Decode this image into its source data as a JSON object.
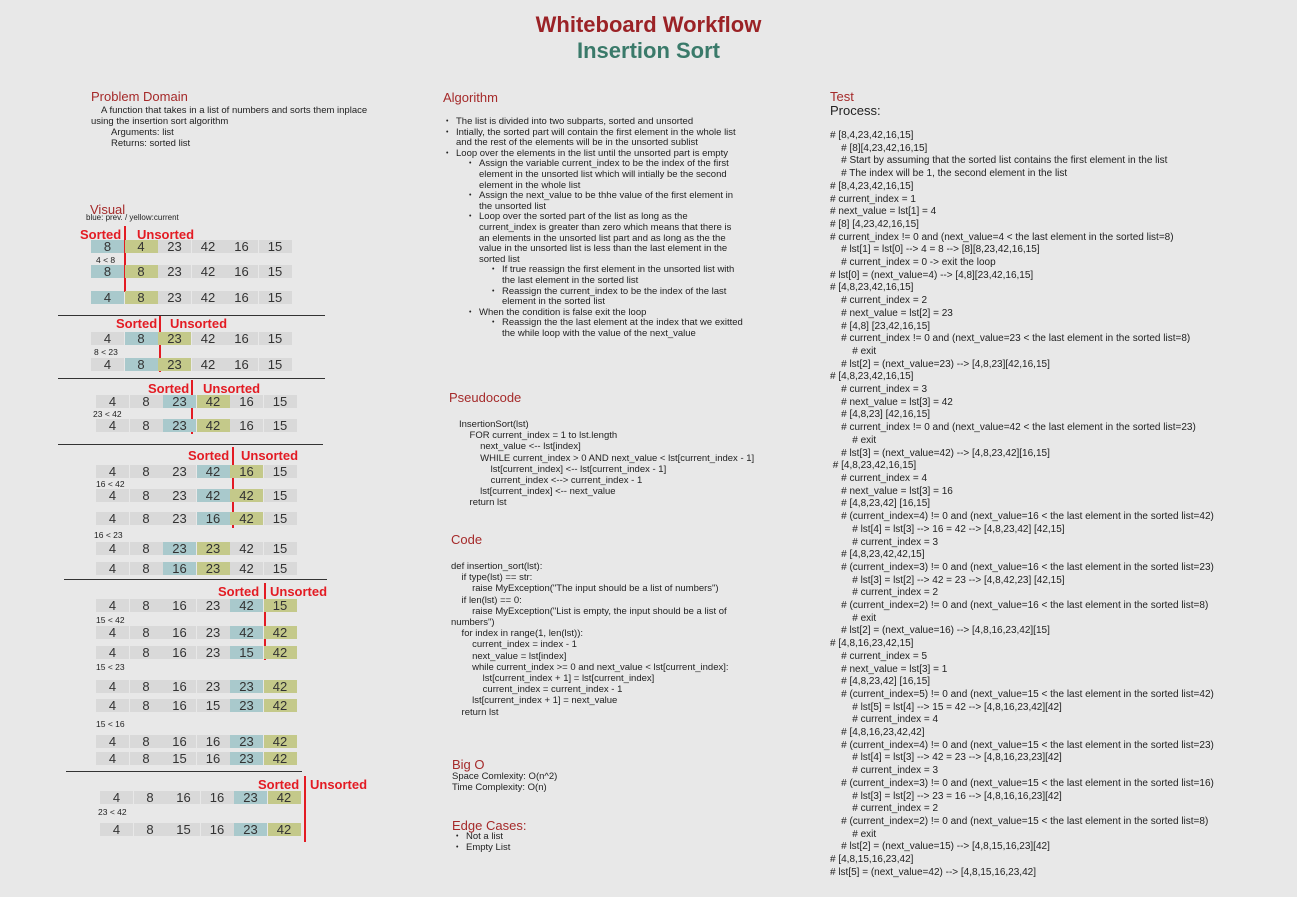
{
  "header": {
    "title": "Whiteboard Workflow",
    "subtitle": "Insertion Sort"
  },
  "problem_domain": {
    "heading": "Problem Domain",
    "line1": "A function that takes in a list of numbers and sorts them inplace",
    "line2": "using the insertion sort algorithm",
    "args": "Arguments: list",
    "returns": "Returns: sorted list"
  },
  "visual": {
    "heading": "Visual",
    "legend": "blue: prev. / yellow:current",
    "sorted_label": "Sorted",
    "unsorted_label": "Unsorted",
    "rows": [
      {
        "values": [
          "8",
          "4",
          "23",
          "42",
          "16",
          "15"
        ],
        "colors": [
          "b",
          "y",
          "",
          "",
          "",
          ""
        ]
      },
      {
        "values": [
          "8",
          "8",
          "23",
          "42",
          "16",
          "15"
        ],
        "colors": [
          "b",
          "y",
          "",
          "",
          "",
          ""
        ]
      },
      {
        "values": [
          "4",
          "8",
          "23",
          "42",
          "16",
          "15"
        ],
        "colors": [
          "b",
          "y",
          "",
          "",
          "",
          ""
        ]
      },
      {
        "values": [
          "4",
          "8",
          "23",
          "42",
          "16",
          "15"
        ],
        "colors": [
          "",
          "b",
          "y",
          "",
          "",
          ""
        ]
      },
      {
        "values": [
          "4",
          "8",
          "23",
          "42",
          "16",
          "15"
        ],
        "colors": [
          "",
          "b",
          "y",
          "",
          "",
          ""
        ]
      },
      {
        "values": [
          "4",
          "8",
          "23",
          "42",
          "16",
          "15"
        ],
        "colors": [
          "",
          "",
          "b",
          "y",
          "",
          ""
        ]
      },
      {
        "values": [
          "4",
          "8",
          "23",
          "42",
          "16",
          "15"
        ],
        "colors": [
          "",
          "",
          "b",
          "y",
          "",
          ""
        ]
      },
      {
        "values": [
          "4",
          "8",
          "23",
          "42",
          "16",
          "15"
        ],
        "colors": [
          "",
          "",
          "",
          "b",
          "y",
          ""
        ]
      },
      {
        "values": [
          "4",
          "8",
          "23",
          "42",
          "42",
          "15"
        ],
        "colors": [
          "",
          "",
          "",
          "b",
          "y",
          ""
        ]
      },
      {
        "values": [
          "4",
          "8",
          "23",
          "16",
          "42",
          "15"
        ],
        "colors": [
          "",
          "",
          "",
          "b",
          "y",
          ""
        ]
      },
      {
        "values": [
          "4",
          "8",
          "23",
          "23",
          "42",
          "15"
        ],
        "colors": [
          "",
          "",
          "b",
          "y",
          "",
          ""
        ]
      },
      {
        "values": [
          "4",
          "8",
          "16",
          "23",
          "42",
          "15"
        ],
        "colors": [
          "",
          "",
          "b",
          "y",
          "",
          ""
        ]
      },
      {
        "values": [
          "4",
          "8",
          "16",
          "23",
          "42",
          "15"
        ],
        "colors": [
          "",
          "",
          "",
          "",
          "b",
          "y"
        ]
      },
      {
        "values": [
          "4",
          "8",
          "16",
          "23",
          "42",
          "42"
        ],
        "colors": [
          "",
          "",
          "",
          "",
          "b",
          "y"
        ]
      },
      {
        "values": [
          "4",
          "8",
          "16",
          "23",
          "15",
          "42"
        ],
        "colors": [
          "",
          "",
          "",
          "",
          "b",
          "y"
        ]
      },
      {
        "values": [
          "4",
          "8",
          "16",
          "23",
          "23",
          "42"
        ],
        "colors": [
          "",
          "",
          "",
          "",
          "b",
          "y"
        ]
      },
      {
        "values": [
          "4",
          "8",
          "16",
          "15",
          "23",
          "42"
        ],
        "colors": [
          "",
          "",
          "",
          "",
          "b",
          "y"
        ]
      },
      {
        "values": [
          "4",
          "8",
          "16",
          "16",
          "23",
          "42"
        ],
        "colors": [
          "",
          "",
          "",
          "",
          "b",
          "y"
        ]
      },
      {
        "values": [
          "4",
          "8",
          "15",
          "16",
          "23",
          "42"
        ],
        "colors": [
          "",
          "",
          "",
          "",
          "b",
          "y"
        ]
      },
      {
        "values": [
          "4",
          "8",
          "16",
          "16",
          "23",
          "42"
        ],
        "colors": [
          "",
          "",
          "",
          "",
          "b",
          "y"
        ]
      },
      {
        "values": [
          "4",
          "8",
          "15",
          "16",
          "23",
          "42"
        ],
        "colors": [
          "",
          "",
          "",
          "",
          "b",
          "y"
        ]
      }
    ],
    "comparisons": [
      "4 < 8",
      "8 < 23",
      "23 < 42",
      "16 < 42",
      "16 < 23",
      "15 < 42",
      "15 < 23",
      "15 < 16",
      "23 < 42"
    ]
  },
  "algorithm": {
    "heading": "Algorithm",
    "items": [
      "The list is divided into two subparts, sorted and unsorted",
      "Intially, the sorted part will contain the first element in the whole list and the rest of the elements will be in the unsorted sublist",
      "Loop over the elements in the list until the unsorted part is empty"
    ],
    "sub_items": [
      "Assign the variable current_index to be the index of the first element in the unsorted list which will intially be the second element in the whole list",
      "Assign the next_value to be thhe value of the first element in the unsorted list",
      "Loop over the sorted part of the list as long as the current_index is greater than zero which means that there is an elements in the unsorted list part and as long as the the value in the unsorted list is less than the last element in the sorted list",
      "When the condition is false exit the loop"
    ],
    "sub_sub_items": [
      "If true reassign the first element in the unsorted list with the last element in the sorted list",
      "Reassign the current_index to be the index of the last element in the sorted list",
      "Reassign the the last element at the index that we exitted the while loop with the value of the next_value"
    ]
  },
  "pseudocode": {
    "heading": "Pseudocode",
    "text": "InsertionSort(lst)\n    FOR current_index = 1 to lst.length\n        next_value <-- lst[index]\n        WHILE current_index > 0 AND next_value < lst[current_index - 1]\n            lst[current_index] <-- lst[current_index - 1]\n            current_index <--> current_index - 1\n        lst[current_index] <-- next_value\n    return lst"
  },
  "code": {
    "heading": "Code",
    "text": "def insertion_sort(lst):\n    if type(lst) == str:\n        raise MyException(\"The input should be a list of numbers\")\n    if len(lst) == 0:\n        raise MyException(\"List is empty, the input should be a list of\nnumbers\")\n    for index in range(1, len(lst)):\n        current_index = index - 1\n        next_value = lst[index]\n        while current_index >= 0 and next_value < lst[current_index]:\n            lst[current_index + 1] = lst[current_index]\n            current_index = current_index - 1\n        lst[current_index + 1] = next_value\n    return lst"
  },
  "big_o": {
    "heading": "Big O",
    "space": "Space Comlexity:  O(n^2)",
    "time": "Time Complexity: O(n)"
  },
  "edge_cases": {
    "heading": "Edge Cases:",
    "items": [
      "Not a list",
      "Empty List"
    ]
  },
  "test": {
    "heading": "Test",
    "process": "Process:",
    "lines": [
      "# [8,4,23,42,16,15]",
      "    # [8][4,23,42,16,15]",
      "    # Start by assuming that the sorted list contains the first element in the list",
      "    # The index will be 1, the second element in the list",
      "# [8,4,23,42,16,15]",
      "# current_index = 1",
      "# next_value = lst[1] = 4",
      "# [8] [4,23,42,16,15]",
      "# current_index != 0 and (next_value=4 < the last element in the sorted list=8)",
      "    # lst[1] = lst[0] --> 4 = 8 --> [8][8,23,42,16,15]",
      "    # current_index = 0 -> exit the loop",
      "# lst[0] = (next_value=4) --> [4,8][23,42,16,15]",
      "# [4,8,23,42,16,15]",
      "    # current_index = 2",
      "    # next_value = lst[2] = 23",
      "    # [4,8] [23,42,16,15]",
      "    # current_index != 0 and (next_value=23 < the last element in the sorted list=8)",
      "        # exit",
      "    # lst[2] = (next_value=23) --> [4,8,23][42,16,15]",
      "# [4,8,23,42,16,15]",
      "    # current_index = 3",
      "    # next_value = lst[3] = 42",
      "    # [4,8,23] [42,16,15]",
      "    # current_index != 0 and (next_value=42 < the last element in the sorted list=23)",
      "        # exit",
      "    # lst[3] = (next_value=42) --> [4,8,23,42][16,15]",
      " # [4,8,23,42,16,15]",
      "    # current_index = 4",
      "    # next_value = lst[3] = 16",
      "    # [4,8,23,42] [16,15]",
      "    # (current_index=4) != 0 and (next_value=16 < the last element in the sorted list=42)",
      "        # lst[4] = lst[3] --> 16 = 42 --> [4,8,23,42] [42,15]",
      "        # current_index = 3",
      "    # [4,8,23,42,42,15]",
      "    # (current_index=3) != 0 and (next_value=16 < the last element in the sorted list=23)",
      "        # lst[3] = lst[2] --> 42 = 23 --> [4,8,42,23] [42,15]",
      "        # current_index = 2",
      "    # (current_index=2) != 0 and (next_value=16 < the last element in the sorted list=8)",
      "        # exit",
      "    # lst[2] = (next_value=16) --> [4,8,16,23,42][15]",
      "# [4,8,16,23,42,15]",
      "    # current_index = 5",
      "    # next_value = lst[3] = 1",
      "    # [4,8,23,42] [16,15]",
      "    # (current_index=5) != 0 and (next_value=15 < the last element in the sorted list=42)",
      "        # lst[5] = lst[4] --> 15 = 42 --> [4,8,16,23,42][42]",
      "        # current_index = 4",
      "    # [4,8,16,23,42,42]",
      "    # (current_index=4) != 0 and (next_value=15 < the last element in the sorted list=23)",
      "        # lst[4] = lst[3] --> 42 = 23 --> [4,8,16,23,23][42]",
      "        # current_index = 3",
      "    # (current_index=3) != 0 and (next_value=15 < the last element in the sorted list=16)",
      "        # lst[3] = lst[2] --> 23 = 16 --> [4,8,16,16,23][42]",
      "        # current_index = 2",
      "    # (current_index=2) != 0 and (next_value=15 < the last element in the sorted list=8)",
      "        # exit",
      "    # lst[2] = (next_value=15) --> [4,8,15,16,23][42]",
      "# [4,8,15,16,23,42]",
      "# lst[5] = (next_value=42) --> [4,8,15,16,23,42]"
    ]
  }
}
